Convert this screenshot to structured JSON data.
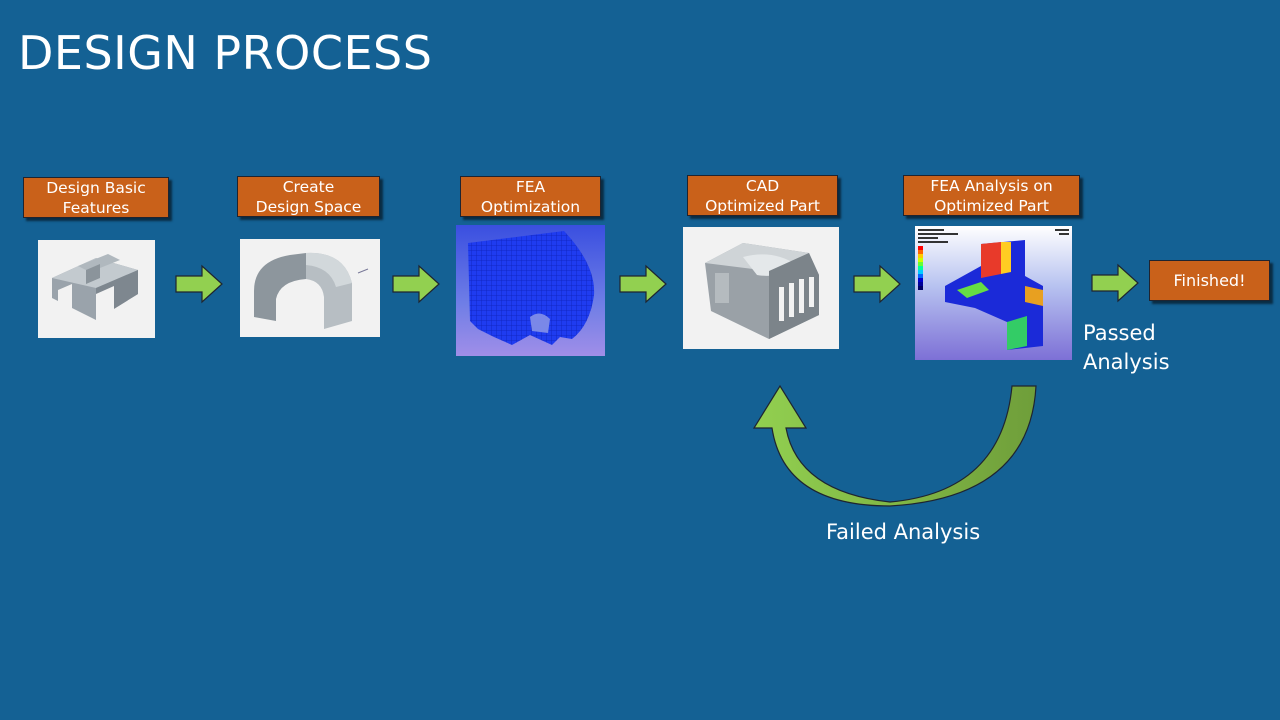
{
  "title": "DESIGN PROCESS",
  "steps": [
    {
      "label": "Design Basic\nFeatures"
    },
    {
      "label": "Create\nDesign Space"
    },
    {
      "label": "FEA\nOptimization"
    },
    {
      "label": "CAD\nOptimized Part"
    },
    {
      "label": "FEA Analysis on\nOptimized Part"
    },
    {
      "label": "Finished!"
    }
  ],
  "notes": {
    "passed": "Passed\nAnalysis",
    "failed": "Failed Analysis"
  },
  "colors": {
    "background": "#146194",
    "box": "#c9611a",
    "arrow_fill": "#92d050",
    "arrow_dark": "#6f9e3a"
  }
}
